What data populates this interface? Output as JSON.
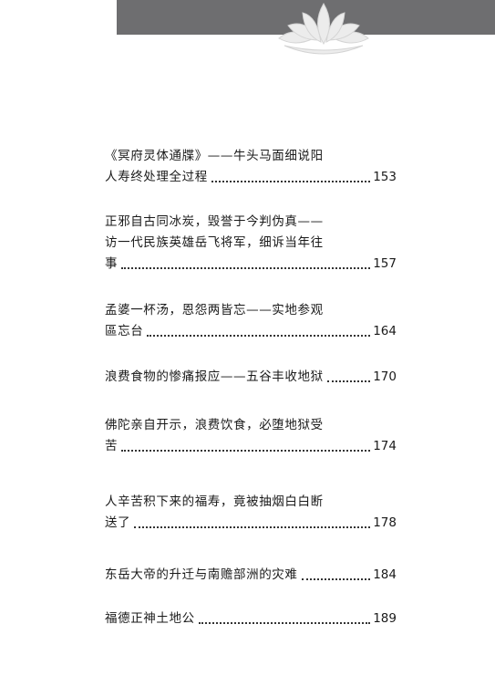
{
  "entries": [
    {
      "lines": [
        "《冥府灵体通牒》——牛头马面细说阳"
      ],
      "last": "人寿终处理全过程",
      "page": "153"
    },
    {
      "lines": [
        "正邪自古同冰炭，毁誉于今判伪真——",
        "访一代民族英雄岳飞将军，细诉当年往"
      ],
      "last": "事",
      "page": "157"
    },
    {
      "lines": [
        "孟婆一杯汤，恩怨两皆忘——实地参观"
      ],
      "last": "區忘台",
      "page": "164"
    },
    {
      "lines": [],
      "last": "浪费食物的惨痛报应——五谷丰收地狱",
      "page": "170"
    },
    {
      "lines": [
        "佛陀亲自开示，浪费饮食，必堕地狱受"
      ],
      "last": "苦",
      "page": "174"
    },
    {
      "lines": [
        "人辛苦积下来的福寿，竟被抽烟白白断"
      ],
      "last": "送了",
      "page": "178"
    },
    {
      "lines": [],
      "last": "东岳大帝的升迁与南赡部洲的灾难",
      "page": "184"
    },
    {
      "lines": [],
      "last": "福德正神土地公",
      "page": "189"
    }
  ]
}
